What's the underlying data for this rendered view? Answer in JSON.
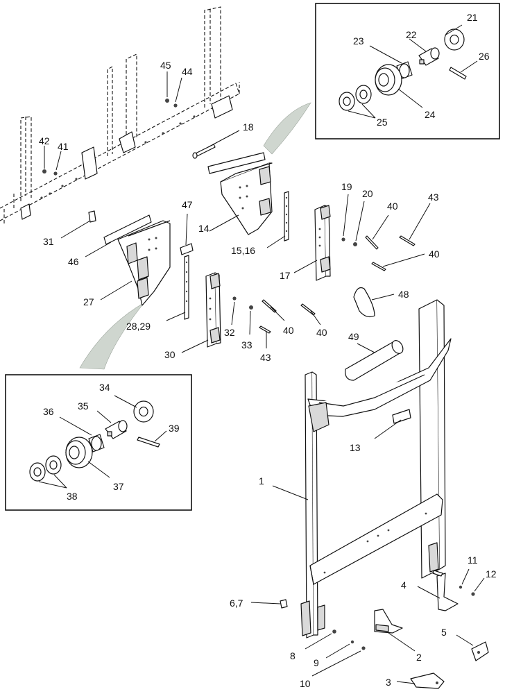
{
  "callouts": {
    "c1": "1",
    "c2": "2",
    "c3": "3",
    "c4": "4",
    "c5": "5",
    "c67": "6,7",
    "c8": "8",
    "c9": "9",
    "c10": "10",
    "c11": "11",
    "c12": "12",
    "c13": "13",
    "c14": "14",
    "c1516": "15,16",
    "c17": "17",
    "c18": "18",
    "c19": "19",
    "c20": "20",
    "c21": "21",
    "c22": "22",
    "c23": "23",
    "c24": "24",
    "c25": "25",
    "c26": "26",
    "c27": "27",
    "c2829": "28,29",
    "c30": "30",
    "c31": "31",
    "c32": "32",
    "c33": "33",
    "c34": "34",
    "c35": "35",
    "c36": "36",
    "c37": "37",
    "c38": "38",
    "c39": "39",
    "c40a": "40",
    "c40b": "40",
    "c40c": "40",
    "c40d": "40",
    "c41": "41",
    "c42": "42",
    "c43a": "43",
    "c43b": "43",
    "c44": "44",
    "c45": "45",
    "c46": "46",
    "c47": "47",
    "c48": "48",
    "c49": "49"
  }
}
